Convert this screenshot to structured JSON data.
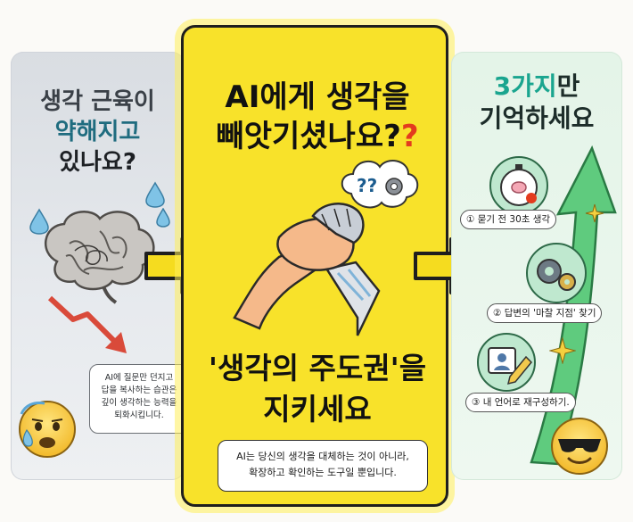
{
  "left_panel": {
    "title_line1": "생각 근육이",
    "title_line2": "약해지고",
    "title_line3": "있나요?",
    "bubble_lines": [
      "AI에 질문만 던지고",
      "답을 복사하는 습관은",
      "깊이 생각하는 능력을",
      "퇴화시킵니다."
    ]
  },
  "center_panel": {
    "title_line1": "AI에게 생각을",
    "title_line2_main": "빼앗기셨나요?",
    "title_line2_accent": "?",
    "sub_line1": "'생각의 주도권'을",
    "sub_line2": "지키세요",
    "bubble_line1": "AI는 당신의 생각을 대체하는 것이 아니라,",
    "bubble_line2": "확장하고 확인하는 도구일 뿐입니다.",
    "icon_cloud_text": "??"
  },
  "right_panel": {
    "title_num": "3가지",
    "title_rest": "만",
    "title_line2": "기억하세요",
    "steps": [
      {
        "label": "① 묻기 전 30초 생각"
      },
      {
        "label": "② 답변의 '마찰 지점' 찾기"
      },
      {
        "label": "③ 내 언어로 재구성하기."
      }
    ]
  },
  "colors": {
    "accent_yellow": "#f8e22a",
    "accent_teal": "#1aa58f",
    "accent_red": "#e33b1e",
    "arrow_green": "#3fb56a"
  },
  "icons": [
    "brain-icon",
    "sweat-drop-icon",
    "down-arrow-icon",
    "worried-face-icon",
    "arm-wrestle-icon",
    "thought-cloud-icon",
    "gear-icon",
    "right-arrow-icon",
    "stopwatch-brain-icon",
    "gears-icon",
    "user-edit-icon",
    "up-arrow-icon",
    "sunglasses-face-icon",
    "sparkle-icon"
  ]
}
